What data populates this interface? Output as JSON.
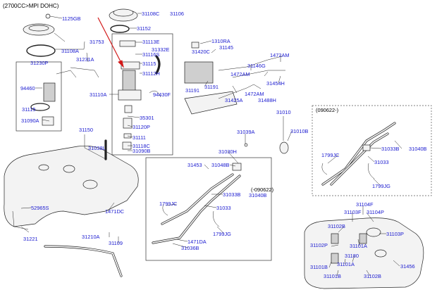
{
  "header": {
    "text": "(2700CC>MPI DOHC)"
  },
  "boxes": {
    "variant_box_title": "(090622-)",
    "inner_box_title": "(-090622)"
  },
  "colors": {
    "label": "#1a1ad0",
    "arrow": "#d21a1a",
    "line": "#222222"
  },
  "labels": {
    "p31108C": "31108C",
    "p31106": "31106",
    "p1125GB": "1125GB",
    "p31152": "31152",
    "p31753": "31753",
    "p31108A": "31108A",
    "p31230P": "31230P",
    "p31113E": "31113E",
    "p31332E": "31332E",
    "p31116S": "31116S",
    "p31115a": "31115",
    "p31231A": "31231A",
    "p31112H": "31112H",
    "p94460": "94460",
    "p31110A": "31110A",
    "p94430F": "94430F",
    "p31115b": "31115",
    "p31090A": "31090A",
    "p35301": "35301",
    "p31120P": "31120P",
    "p31111": "31111",
    "p31118C": "31118C",
    "p31090B": "31090B",
    "p31150": "31150",
    "p31038L": "31038L",
    "p1310RA": "1310RA",
    "p31145": "31145",
    "p31420C": "31420C",
    "p1472AMa": "1472AM",
    "p31146G": "31146G",
    "p1472AMb": "1472AM",
    "p31454H": "31454H",
    "p31191a": "31191",
    "p31191b": "31191",
    "p1472AMc": "1472AM",
    "p31425A": "31425A",
    "p31488H": "31488H",
    "p31010": "31010",
    "p31010B": "31010B",
    "p31039A": "31039A",
    "p31030H": "31030H",
    "p31453": "31453",
    "p31048B": "31048B",
    "p1799JCa": "1799JC",
    "p31033Ba": "31033B",
    "p31040Ba": "31040B",
    "p31033a": "31033",
    "p1799JGa": "1799JG",
    "p1471DA": "1471DA",
    "p31036B": "31036B",
    "p52965S": "52965S",
    "p1471DC": "1471DC",
    "p31221": "31221",
    "p31210A": "31210A",
    "p31109": "31109",
    "p1799JCb": "1799JC",
    "p31033Bb": "31033B",
    "p31040Bb": "31040B",
    "p31033b": "31033",
    "p1799JGb": "1799JG",
    "p31104F": "31104F",
    "p31103F": "31103F",
    "p31104P": "31104P",
    "p31102B": "31102B",
    "p31103P": "31103P",
    "p31102P": "31102P",
    "p31101A": "31101A",
    "p31180": "31180",
    "p31101Ba": "31101B",
    "p31101Ab": "31101A",
    "p31456": "31456",
    "p31101Bb": "31101B",
    "p31102Bb": "31102B"
  }
}
